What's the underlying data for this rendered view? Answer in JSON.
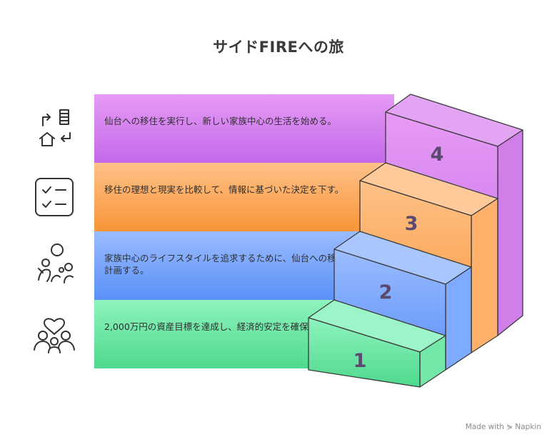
{
  "title": "サイドFIREへの旅",
  "steps": [
    {
      "number": "1",
      "text": "2,000万円の資産目標を達成し、経済的安定を確保する。"
    },
    {
      "number": "2",
      "text": "家族中心のライフスタイルを追求するために、仙台への移住を計画する。"
    },
    {
      "number": "3",
      "text": "移住の理想と現実を比較して、情報に基づいた決定を下す。"
    },
    {
      "number": "4",
      "text": "仙台への移住を実行し、新しい家族中心の生活を始める。"
    }
  ],
  "icons": [
    "family-heart-icon",
    "family-explore-icon",
    "checklist-icon",
    "relocation-icon"
  ],
  "footer": "Made with ⋟ Napkin"
}
